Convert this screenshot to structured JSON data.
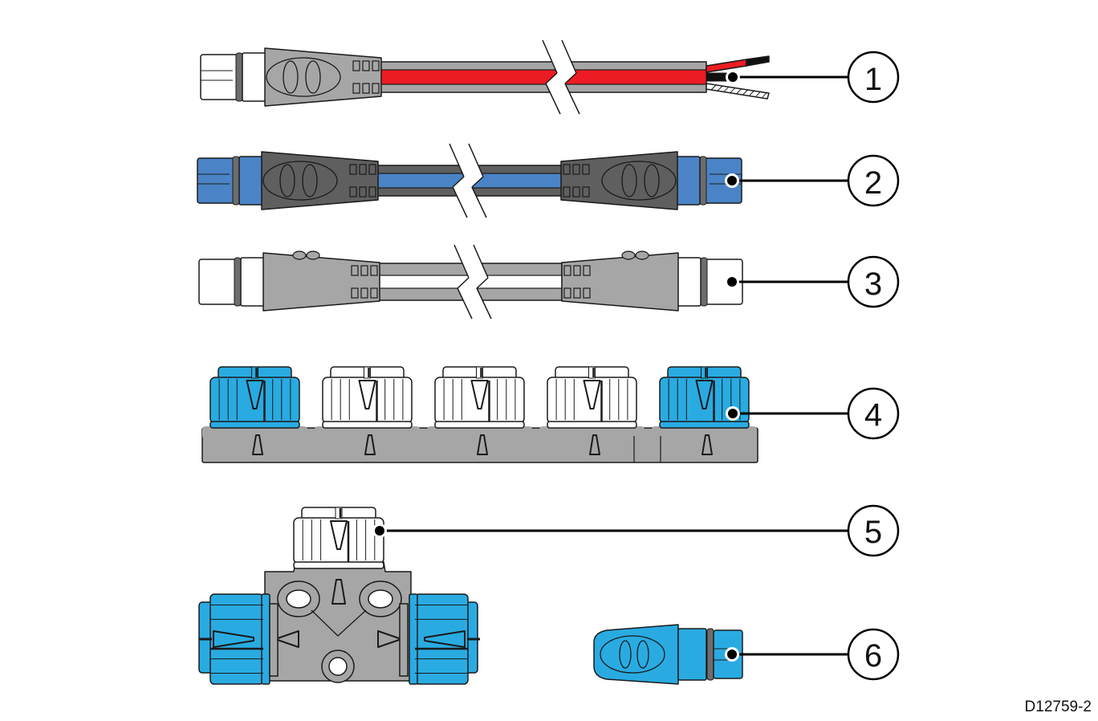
{
  "diagram": {
    "title": "SeaTalkng cable and connector components",
    "drawing_id": "D12759-2",
    "colors": {
      "outline": "#1a1a1a",
      "grey_body": "#a6a6a6",
      "dark_body": "#5f5f5f",
      "blue_seatalk": "#4a84c6",
      "blue_connector": "#29abe2",
      "red": "#ed1c24",
      "white": "#ffffff",
      "oring": "#6d6d6d"
    },
    "items": [
      {
        "number": "1",
        "name": "power-cable",
        "description": "Power cable with stripped bare wires (red, black, shield)",
        "body_color": "grey_body",
        "stripe_color": "red",
        "plug_color": "white"
      },
      {
        "number": "2",
        "name": "spur-cable",
        "description": "Cable with blue connectors on both ends",
        "body_color": "dark_body",
        "stripe_color": "blue_seatalk",
        "plug_color": "blue_seatalk"
      },
      {
        "number": "3",
        "name": "extension-cable",
        "description": "Cable with white connectors on both ends",
        "body_color": "grey_body",
        "stripe_color": "white",
        "plug_color": "white"
      },
      {
        "number": "4",
        "name": "5-way-connector-block",
        "description": "5-way connector block with 2 blue and 3 white sockets",
        "sockets": [
          "blue_connector",
          "white",
          "white",
          "white",
          "blue_connector"
        ]
      },
      {
        "number": "5",
        "name": "t-piece-connector",
        "description": "T-piece connector with white top socket and blue side sockets",
        "top_socket": "white",
        "side_sockets": "blue_connector"
      },
      {
        "number": "6",
        "name": "terminator",
        "description": "Blue backbone terminator",
        "body_color": "blue_connector"
      }
    ]
  }
}
